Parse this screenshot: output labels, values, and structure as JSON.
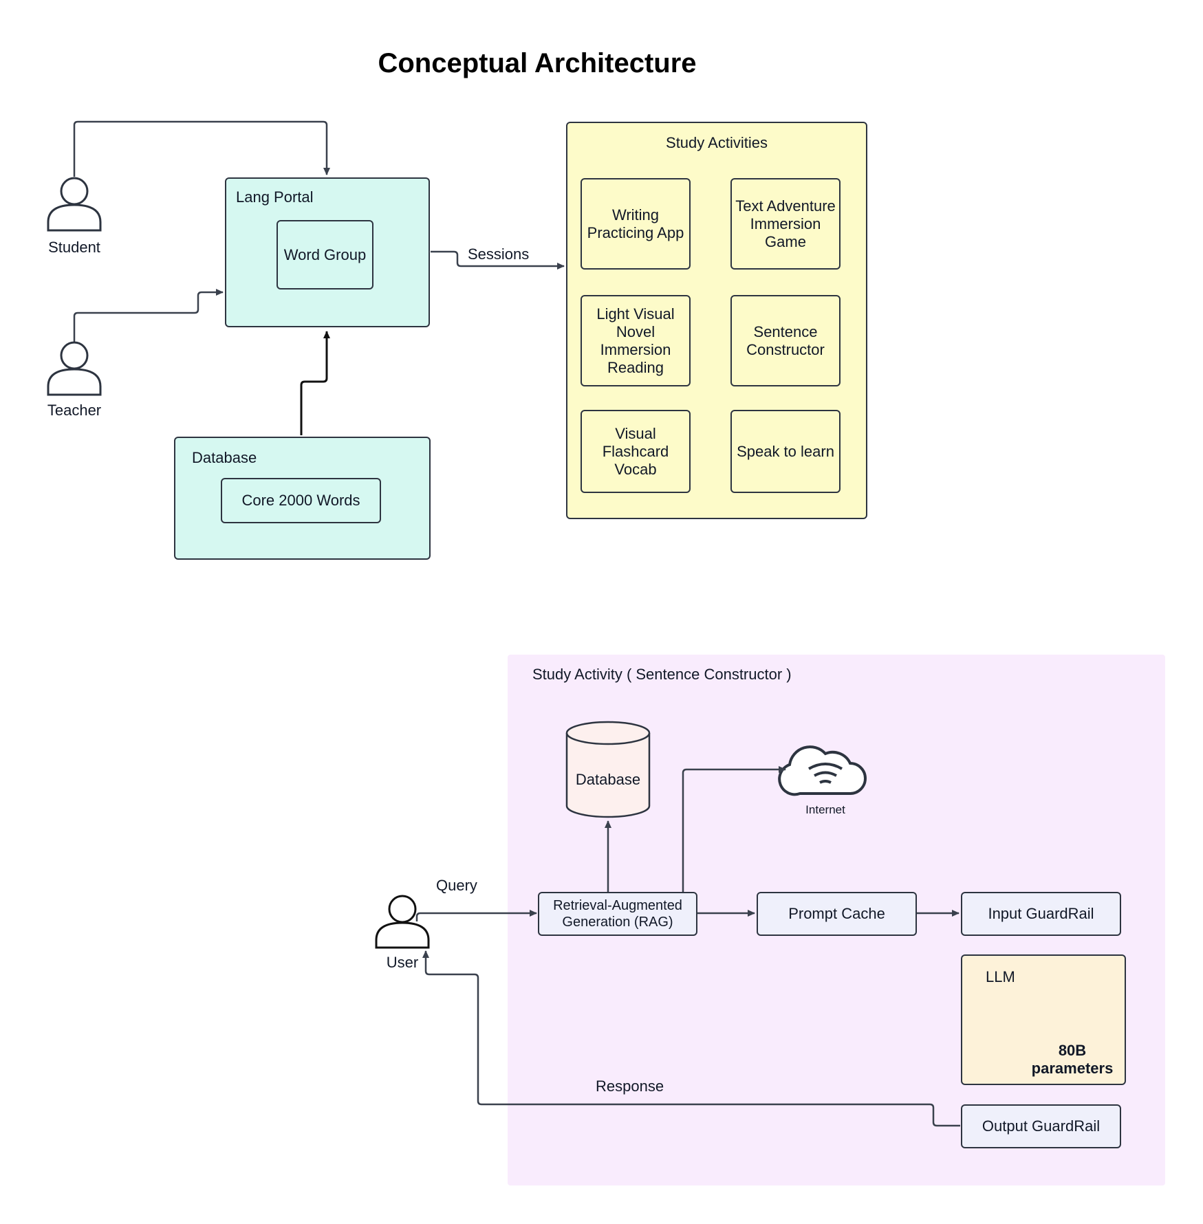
{
  "title": "Conceptual Architecture",
  "actors": {
    "student": "Student",
    "teacher": "Teacher",
    "user": "User"
  },
  "lang_portal": {
    "label": "Lang Portal",
    "word_group": "Word Group"
  },
  "database_top": {
    "label": "Database",
    "core_words": "Core 2000 Words"
  },
  "sessions_label": "Sessions",
  "study_activities": {
    "label": "Study Activities",
    "items": [
      "Writing Practicing App",
      "Text Adventure Immersion Game",
      "Light Visual Novel Immersion Reading",
      "Sentence Constructor",
      "Visual Flashcard Vocab",
      "Speak to learn"
    ]
  },
  "study_activity_detail": {
    "label": "Study Activity ( Sentence Constructor )",
    "database": "Database",
    "internet": "Internet",
    "rag": "Retrieval-Augmented Generation (RAG)",
    "prompt_cache": "Prompt Cache",
    "input_guardrail": "Input GuardRail",
    "llm": "LLM",
    "llm_params": "80B parameters",
    "output_guardrail": "Output GuardRail",
    "query": "Query",
    "response": "Response"
  },
  "colors": {
    "teal": "#d6f8f1",
    "yellow": "#fdfbc9",
    "pink": "#f9ecfd",
    "lavender": "#eff0fb",
    "cream": "#fdf2d9",
    "db_fill": "#fdf0ee",
    "line": "#3a414d"
  }
}
